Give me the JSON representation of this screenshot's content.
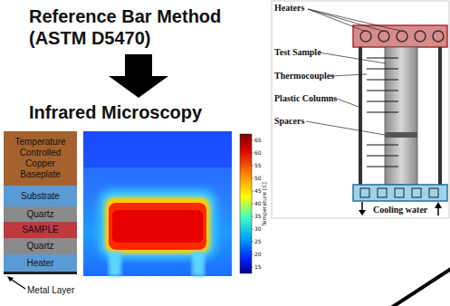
{
  "diagram": {
    "title": "Reference Bar Method (ASTM D5470)",
    "nodes": [
      {
        "text": [
          "Temperature Controlled Copper Baseplate"
        ]
      },
      {
        "text": [
          "Substrate"
        ]
      },
      {
        "text": [
          "Quartz"
        ]
      },
      {
        "text": [
          "SAMPLE"
        ]
      },
      {
        "text": [
          "Quartz"
        ]
      },
      {
        "text": [
          "Heater"
        ]
      }
    ],
    "labels": [
      "Infrared Microscopy",
      "Metal Layer",
      "65",
      "60",
      "55",
      "50",
      "45",
      "40",
      "35",
      "30",
      "25",
      "20",
      "15",
      "Temperature [C]",
      "Heaters",
      "Test Sample",
      "Thermocouples",
      "Plastic Columns",
      "Spacers",
      "Cooling water"
    ]
  }
}
